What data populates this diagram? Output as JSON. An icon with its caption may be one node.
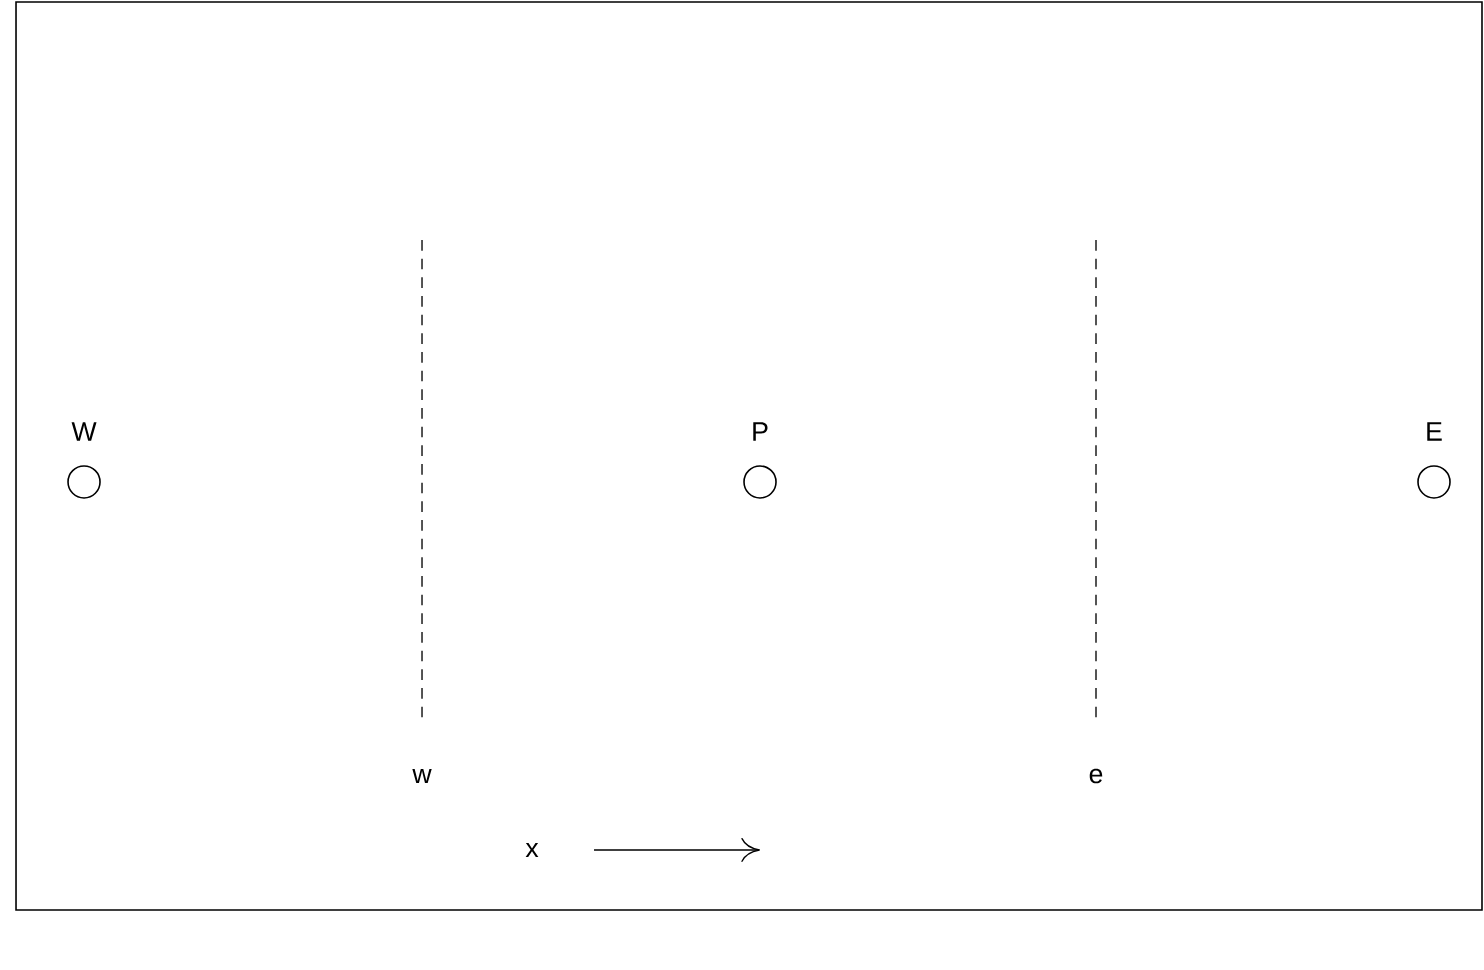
{
  "diagram": {
    "nodes": [
      {
        "text": [
          "W"
        ]
      },
      {
        "text": [
          "P"
        ]
      },
      {
        "text": [
          "E"
        ]
      }
    ],
    "labels": [
      "w",
      "e",
      "x"
    ]
  }
}
